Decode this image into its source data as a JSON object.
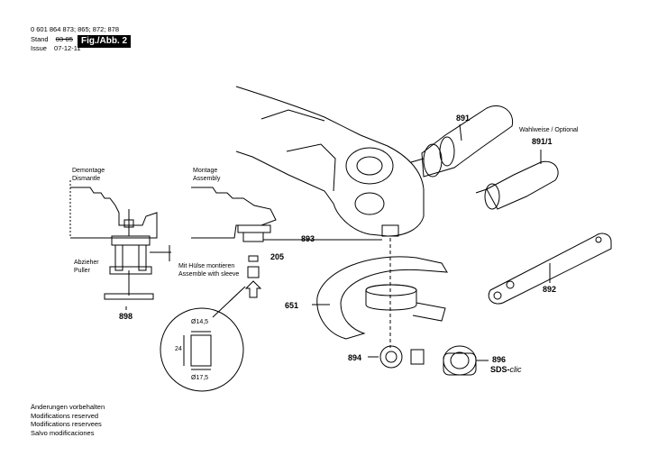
{
  "header": {
    "part_numbers": "0 601 864 873; 865; 872; 878",
    "stand_label": "Stand",
    "stand_value": "03-05",
    "issue_label": "Issue",
    "issue_value": "07-12-11",
    "figure": "Fig./Abb. 2"
  },
  "left_panel": {
    "title_de": "Demontage",
    "title_en": "Dismantle",
    "puller_de": "Abzieher",
    "puller_en": "Puller",
    "part": "898"
  },
  "mid_panel": {
    "title_de": "Montage",
    "title_en": "Assembly",
    "note_de": "Mit Hülse montieren",
    "note_en": "Assemble with sleeve",
    "part_205": "205",
    "part_893": "893"
  },
  "detail": {
    "dia_top": "Ø14,5",
    "height": "24",
    "dia_bottom": "Ø17,5"
  },
  "parts": {
    "p891": "891",
    "optional_label": "Wahlweise / Optional",
    "p891_1": "891/1",
    "p892": "892",
    "p651": "651",
    "p894": "894",
    "p896": "896",
    "sds": "SDS-",
    "sds_clic": "clic"
  },
  "footer": [
    "Änderungen vorbehalten",
    "Modifications reserved",
    "Modifications reservees",
    "Salvo modificaciones"
  ]
}
